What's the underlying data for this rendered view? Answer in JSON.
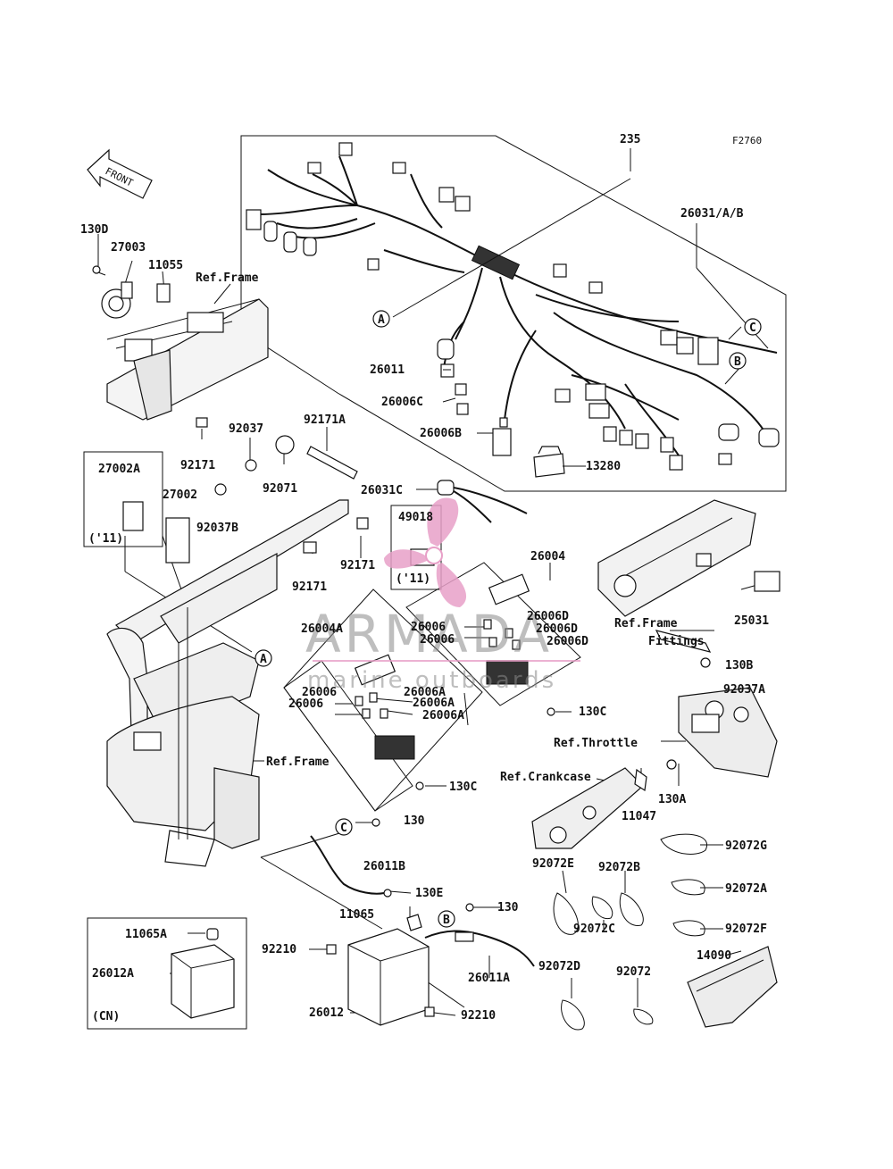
{
  "figure_code": "F2760",
  "front_arrow_label": "FRONT",
  "watermark": {
    "brand": "ARMADA",
    "tagline": "marine outboards",
    "accent_color": "#e8a0c8"
  },
  "callouts": {
    "p235": "235",
    "p26031AB": "26031/A/B",
    "p130D": "130D",
    "p27003": "27003",
    "p11055": "11055",
    "refFrame1": "Ref.Frame",
    "p26011": "26011",
    "p26006C": "26006C",
    "p26006B": "26006B",
    "p13280": "13280",
    "p92037": "92037",
    "p92171A": "92171A",
    "p92171a": "92171",
    "p92071": "92071",
    "p27002A": "27002A",
    "p27002": "27002",
    "p92037B": "92037B",
    "p26031C": "26031C",
    "p49018": "49018",
    "p26004": "26004",
    "p92171b": "92171",
    "p92171c": "92171",
    "p26004A": "26004A",
    "p26006a1": "26006",
    "p26006a2": "26006",
    "p26006D1": "26006D",
    "p26006D2": "26006D",
    "p26006D3": "26006D",
    "refFrameFittings1": "Ref.Frame",
    "refFrameFittings2": "Fittings",
    "p25031": "25031",
    "p130B": "130B",
    "p92037A": "92037A",
    "p26006b1": "26006",
    "p26006A1": "26006A",
    "p26006b2": "26006",
    "p26006A2": "26006A",
    "p26006A3": "26006A",
    "p130C1": "130C",
    "refThrottle": "Ref.Throttle",
    "refFrame2": "Ref.Frame",
    "p130C2": "130C",
    "refCrankcase": "Ref.Crankcase",
    "p130A": "130A",
    "p11047": "11047",
    "p130a": "130",
    "p26011B": "26011B",
    "p130E": "130E",
    "p92072G": "92072G",
    "p92072E": "92072E",
    "p92072B": "92072B",
    "p92072A": "92072A",
    "p11065": "11065",
    "p130b": "130",
    "p92072F": "92072F",
    "p11065A": "11065A",
    "p92210a": "92210",
    "p92072C": "92072C",
    "p14090": "14090",
    "p26012A": "26012A",
    "p26011A": "26011A",
    "p92072D": "92072D",
    "p92072": "92072",
    "p26012": "26012",
    "p92210b": "92210",
    "note11a": "('11)",
    "note11b": "('11)",
    "noteCN": "(CN)"
  },
  "circle_refs": {
    "A1": "A",
    "A2": "A",
    "B1": "B",
    "B2": "B",
    "C1": "C",
    "C2": "C"
  }
}
